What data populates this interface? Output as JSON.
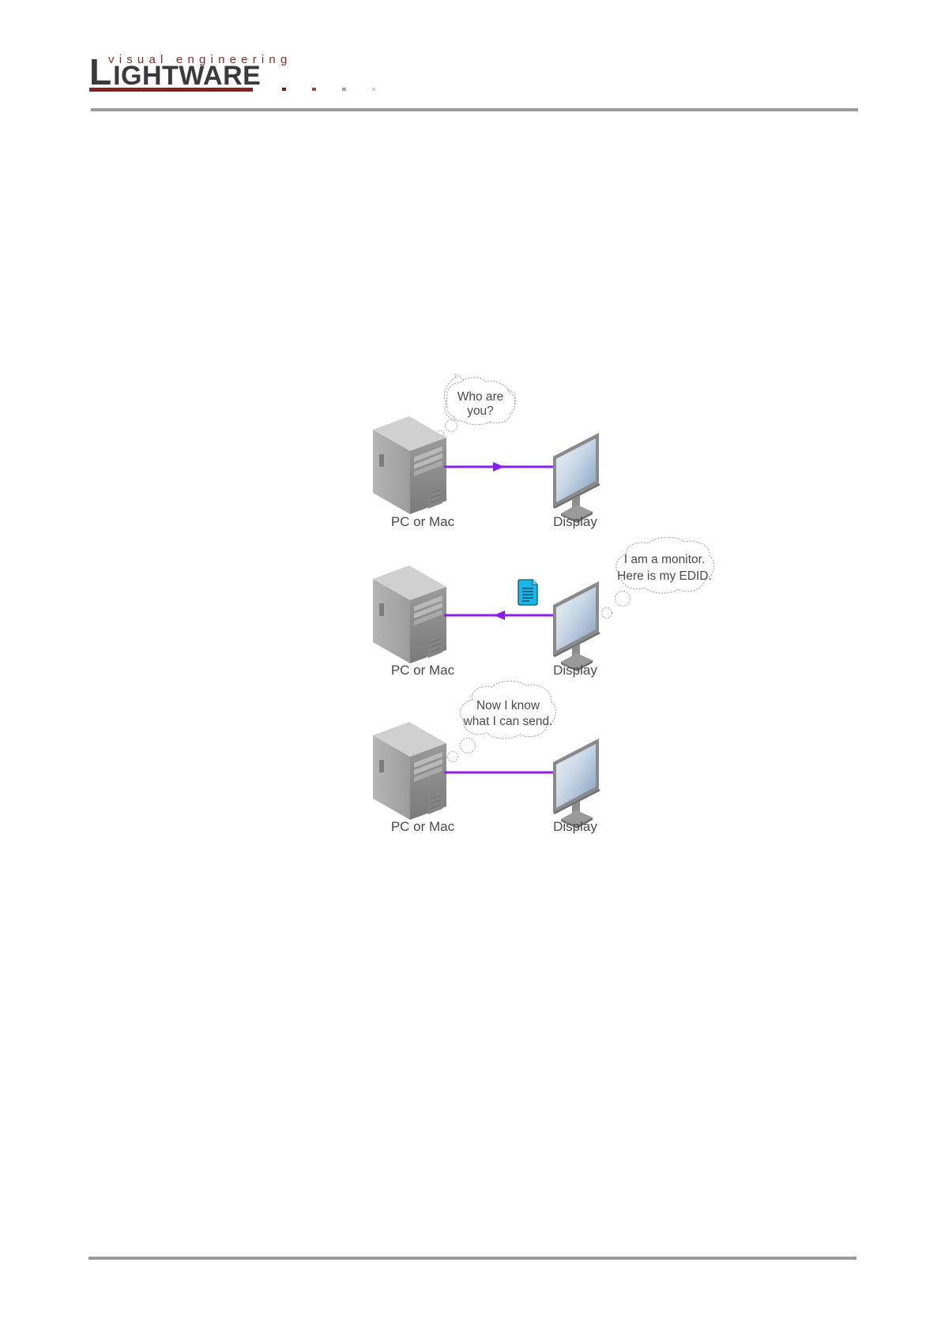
{
  "header": {
    "logo": {
      "tagline": "visual engineering",
      "wordmark_first": "L",
      "wordmark_rest": "IGHTWARE"
    }
  },
  "diagram": {
    "cable_color": "#8a1ef0",
    "steps": [
      {
        "source_label": "PC or Mac",
        "sink_label": "Display",
        "bubble_lines": [
          "Who are",
          "you?"
        ],
        "arrow": "toward-display"
      },
      {
        "source_label": "PC or Mac",
        "sink_label": "Display",
        "bubble_lines": [
          "I am a monitor.",
          "Here is my EDID."
        ],
        "arrow": "toward-pc",
        "document_icon": "edid-document-icon"
      },
      {
        "source_label": "PC or Mac",
        "sink_label": "Display",
        "bubble_lines": [
          "Now I know",
          "what I can send."
        ],
        "arrow": "none"
      }
    ]
  },
  "colors": {
    "brand_red": "#8a1f1f",
    "rule_gray": "#9a9a9a"
  }
}
